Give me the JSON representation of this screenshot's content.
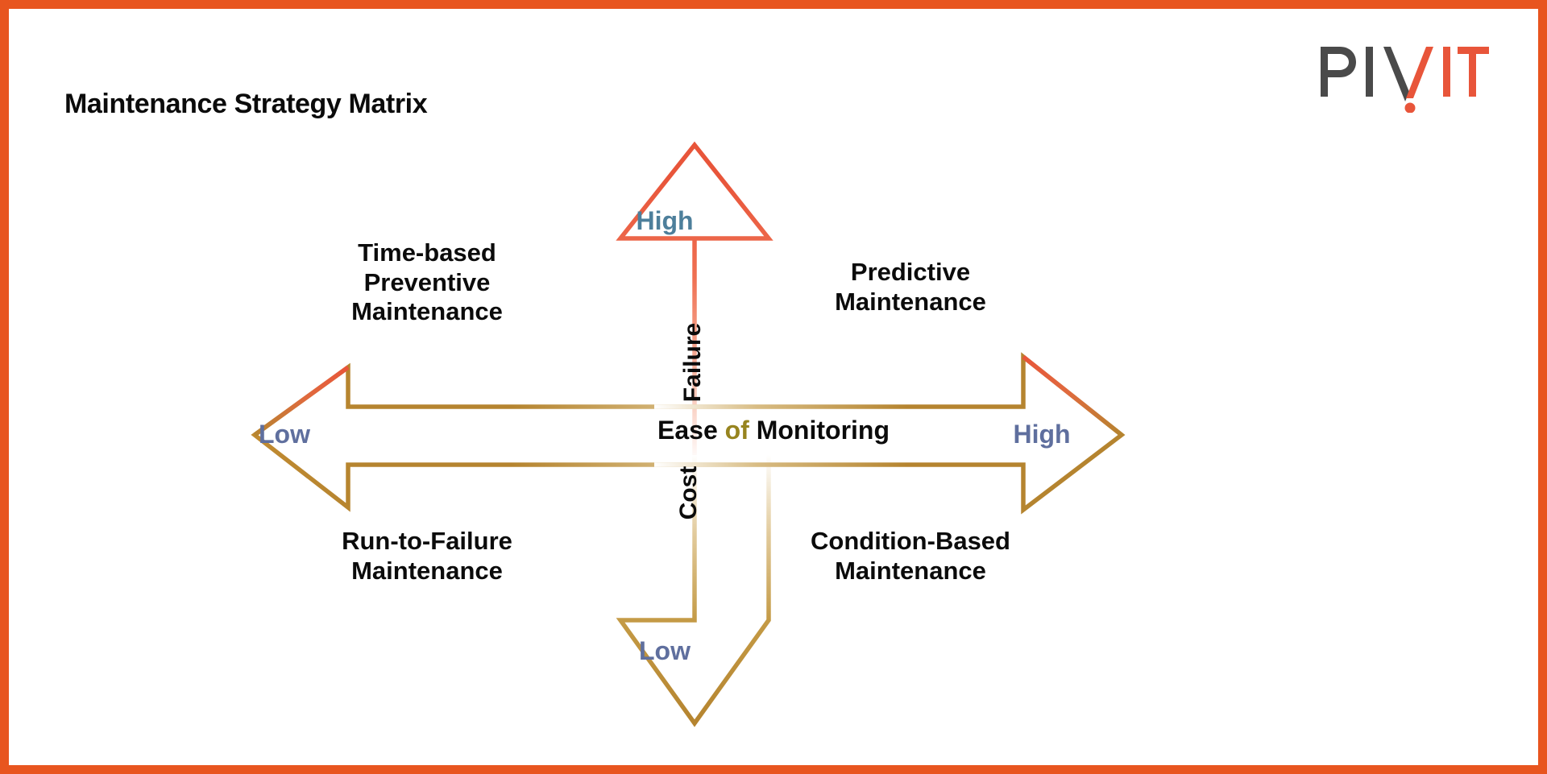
{
  "document": {
    "title": "Maintenance Strategy Matrix",
    "border_color": "#e8551f",
    "background": "#ffffff"
  },
  "logo": {
    "name": "PIVIT",
    "part_gray": "PIV",
    "part_orange": "IT",
    "gray_color": "#4a4a4a",
    "orange_color": "#e8553a"
  },
  "matrix": {
    "center_axis": {
      "prefix": "Ease ",
      "accent": "of",
      "suffix": " Monitoring",
      "accent_color": "#97841f"
    },
    "vertical_axes": {
      "upper": "Failure",
      "lower": "Cost"
    },
    "arrows": {
      "up": {
        "label": "High",
        "label_color": "#4d7f9b",
        "stroke_top": "#e8553a",
        "stroke_bottom": "#ffffff"
      },
      "down": {
        "label": "Low",
        "label_color": "#5f6f9e",
        "stroke_top": "#ffffff",
        "stroke_bottom": "#b5842f"
      },
      "left": {
        "label": "Low",
        "label_color": "#5f6f9e",
        "stroke_tip": "#e8553a",
        "stroke_tail": "#b5842f"
      },
      "right": {
        "label": "High",
        "label_color": "#5f6f9e",
        "stroke_tip": "#e8553a",
        "stroke_tail": "#b5842f"
      }
    },
    "quadrants": [
      {
        "id": "top-left",
        "label": "Time-based\nPreventive\nMaintenance"
      },
      {
        "id": "top-right",
        "label": "Predictive\nMaintenance"
      },
      {
        "id": "bottom-left",
        "label": "Run-to-Failure\nMaintenance"
      },
      {
        "id": "bottom-right",
        "label": "Condition-Based\nMaintenance"
      }
    ]
  },
  "chart_data": {
    "type": "table",
    "title": "Maintenance Strategy Matrix",
    "xlabel": "Ease of Monitoring",
    "ylabel": "Failure Cost",
    "xlim": [
      "Low",
      "High"
    ],
    "ylim": [
      "Low",
      "High"
    ],
    "grid": false,
    "legend": "none",
    "categories": [
      "Low Ease of Monitoring",
      "High Ease of Monitoring"
    ],
    "series": [
      {
        "name": "High Failure Cost",
        "values": [
          "Time-based Preventive Maintenance",
          "Predictive Maintenance"
        ]
      },
      {
        "name": "Low Failure Cost",
        "values": [
          "Run-to-Failure Maintenance",
          "Condition-Based Maintenance"
        ]
      }
    ],
    "annotations": [
      "High",
      "Low",
      "Low",
      "High",
      "Failure",
      "Cost",
      "Ease of Monitoring"
    ]
  }
}
